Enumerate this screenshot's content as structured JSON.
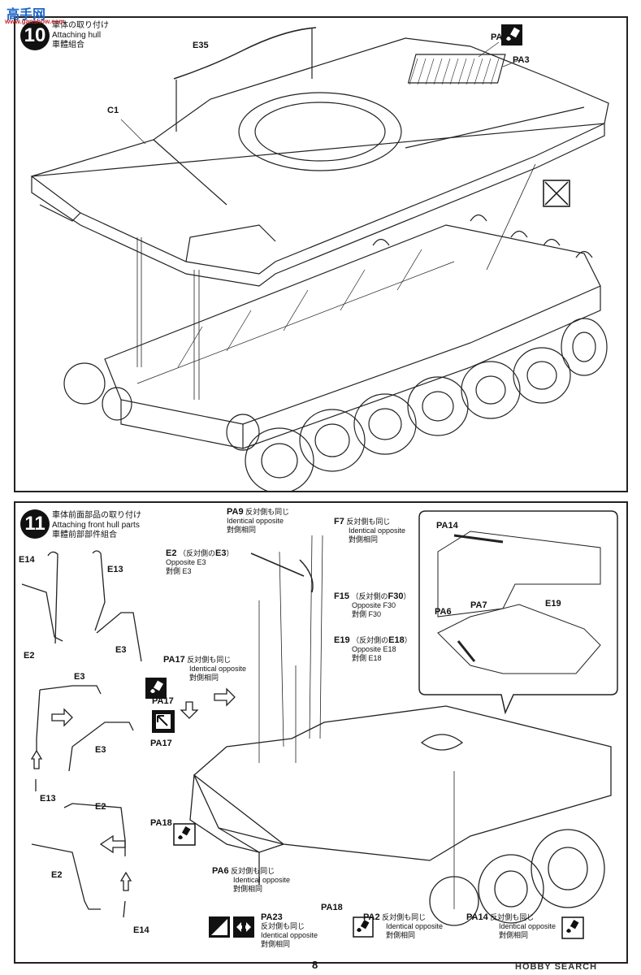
{
  "watermark_top": {
    "site_cn": "高手网",
    "site_url": "www.ganshow.com"
  },
  "watermark_bottom": {
    "brand": "HOBBY SEARCH"
  },
  "page_number": "8",
  "step10": {
    "number": "10",
    "title_ja": "車体の取り付け",
    "title_en": "Attaching hull",
    "title_zh": "車體組合",
    "labels": {
      "e35": "E35",
      "c1": "C1",
      "pa3_a": "PA3",
      "pa3_b": "PA3"
    }
  },
  "step11": {
    "number": "11",
    "title_ja": "車体前面部品の取り付け",
    "title_en": "Attaching front hull parts",
    "title_zh": "車體前部部件組合",
    "left_labels": {
      "e14_a": "E14",
      "e13_a": "E13",
      "e2_a": "E2",
      "e3_a": "E3",
      "e3_b": "E3",
      "e3_c": "E3",
      "e13_b": "E13",
      "e2_b": "E2",
      "e2_c": "E2",
      "e14_b": "E14"
    },
    "notes": {
      "pa9": {
        "part": "PA9",
        "l1": "反対側も同じ",
        "l2": "Identical opposite",
        "l3": "對側相同"
      },
      "f7": {
        "part": "F7",
        "l1": "反対側も同じ",
        "l2": "Identical opposite",
        "l3": "對側相同"
      },
      "e2": {
        "part": "E2",
        "l1": "（反対側の",
        "p2": "E3",
        "l1b": "）",
        "l2": "Opposite E3",
        "l3": "對側 E3"
      },
      "f15": {
        "part": "F15",
        "l1": "（反対側の",
        "p2": "F30",
        "l1b": "）",
        "l2": "Opposite F30",
        "l3": "對側 F30"
      },
      "e19": {
        "part": "E19",
        "l1": "（反対側の",
        "p2": "E18",
        "l1b": "）",
        "l2": "Opposite E18",
        "l3": "對側 E18"
      },
      "pa17": {
        "part": "PA17",
        "l1": "反対側も同じ",
        "l2": "Identical opposite",
        "l3": "對側相同"
      },
      "pa6": {
        "part": "PA6",
        "l1": "反対側も同じ",
        "l2": "Identical opposite",
        "l3": "對側相同"
      },
      "pa23": {
        "part": "PA23",
        "l1": "反対側も同じ",
        "l2": "Identical opposite",
        "l3": "對側相同"
      },
      "pa2": {
        "part": "PA2",
        "l1": "反対側も同じ",
        "l2": "Identical opposite",
        "l3": "對側相同"
      },
      "pa14": {
        "part": "PA14",
        "l1": "反対側も同じ",
        "l2": "Identical opposite",
        "l3": "對側相同"
      }
    },
    "small_labels": {
      "pa17_b": "PA17",
      "pa17_c": "PA17",
      "pa18_a": "PA18",
      "pa18_b": "PA18"
    },
    "inset_labels": {
      "pa14": "PA14",
      "pa6": "PA6",
      "pa7": "PA7",
      "e19": "E19"
    }
  }
}
